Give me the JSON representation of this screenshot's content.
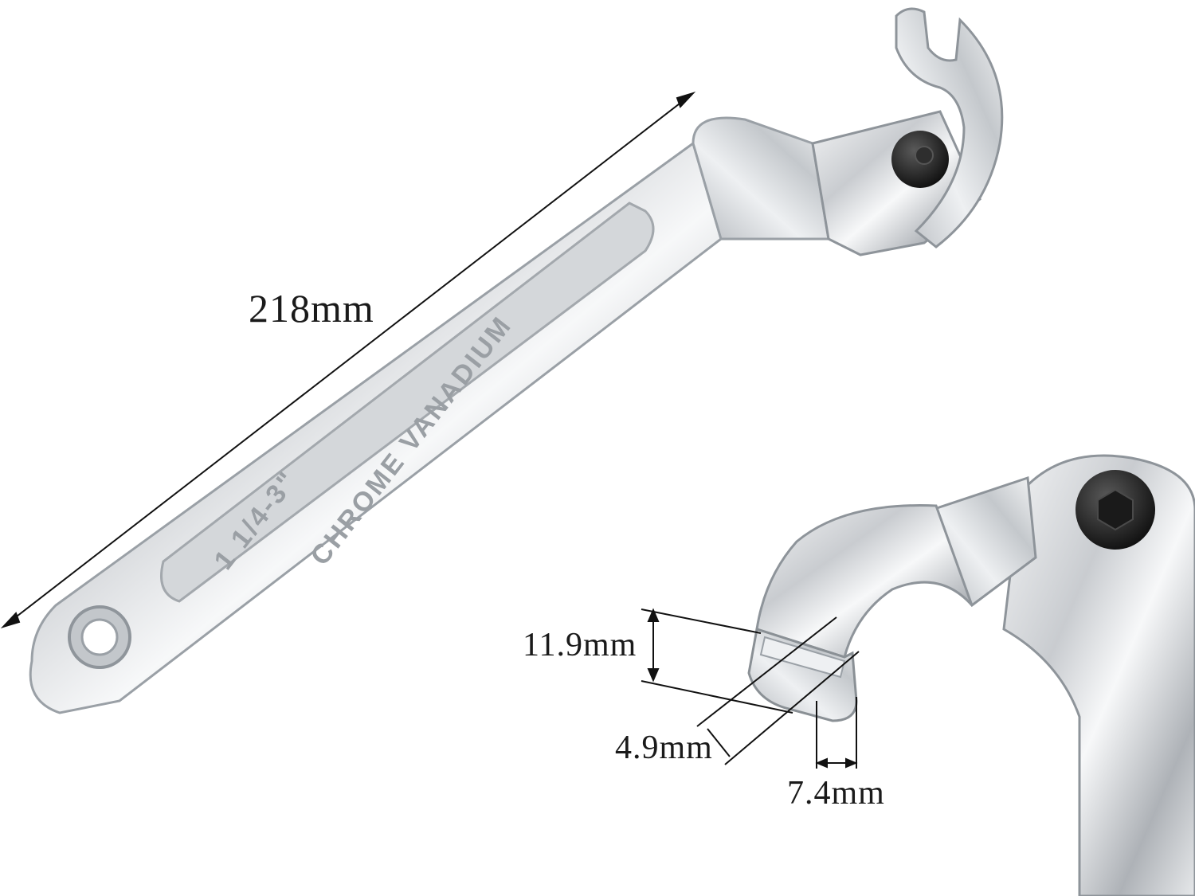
{
  "photo": {
    "subject": "adjustable hook spanner wrench",
    "background_color": "#ffffff",
    "metal_color": "#d9dcdf",
    "bolt_color": "#1c1c1c"
  },
  "engraving": {
    "brand_text": "CHROME VANADIUM",
    "size_text": "1 1/4-3\""
  },
  "dimensions": {
    "overall_length": "218mm",
    "hook_height": "11.9mm",
    "hook_width": "4.9mm",
    "hook_thickness": "7.4mm"
  }
}
